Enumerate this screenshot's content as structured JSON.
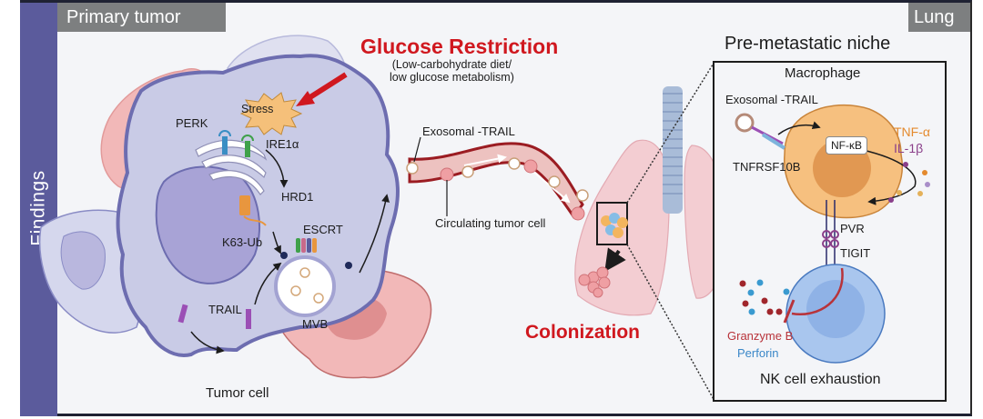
{
  "panel": {
    "side_label": "Findings",
    "left_tag": "Primary tumor",
    "right_tag": "Lung"
  },
  "primary_tumor": {
    "stress": "Stress",
    "perk": "PERK",
    "ire1a": "IRE1α",
    "hrd1": "HRD1",
    "k63_ub": "K63-Ub",
    "escrt": "ESCRT",
    "mvb": "MVB",
    "trail": "TRAIL",
    "tumor_cell": "Tumor cell"
  },
  "glucose": {
    "title": "Glucose Restriction",
    "subtitle_line1": "(Low-carbohydrate diet/",
    "subtitle_line2": "low glucose metabolism)"
  },
  "circulation": {
    "exosomal_trail": "Exosomal -TRAIL",
    "circulating_tumor_cell": "Circulating tumor cell"
  },
  "lung": {
    "colonization": "Colonization"
  },
  "niche": {
    "title": "Pre-metastatic niche",
    "macrophage": "Macrophage",
    "exosomal_trail": "Exosomal -TRAIL",
    "tnfrsf10b": "TNFRSF10B",
    "nfkb": "NF-κB",
    "tnfa": "TNF-α",
    "il1b": "IL-1β",
    "pvr": "PVR",
    "tigit": "TIGIT",
    "granzyme_b": "Granzyme B",
    "perforin": "Perforin",
    "nk_exhaustion": "NK cell exhaustion"
  },
  "colors": {
    "side_band": "#5b5b9c",
    "tag_bg": "#7d7f80",
    "highlight_red": "#d0181f",
    "tumor_cytoplasm": "#c9cbe6",
    "tumor_membrane": "#6d6db0",
    "stromal_pink": "#f2b8b8",
    "macrophage": "#f6c07f",
    "nk_cell": "#a9c6ee",
    "vessel": "#9b1c22",
    "lung_pink": "#f3cdd2",
    "trachea": "#a9bcd8",
    "tnfa_orange": "#e48a2e",
    "il1b_purple": "#8a3f8a",
    "granzyme_red": "#b8333a",
    "perforin_blue": "#3a87c8"
  }
}
